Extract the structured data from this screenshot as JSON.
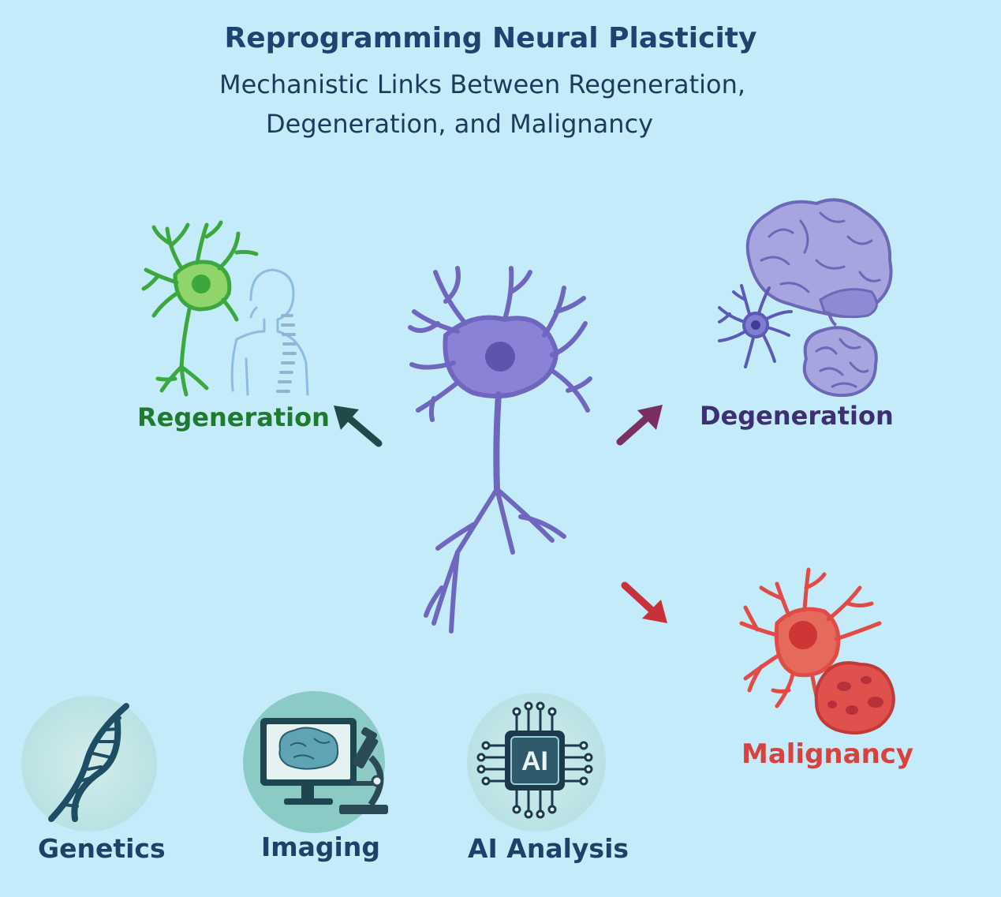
{
  "title": "Reprogramming Neural Plasticity",
  "subtitle_line1": "Mechanistic Links Between Regeneration,",
  "subtitle_line2": "Degeneration, and Malignancy",
  "outcomes": {
    "regeneration": "Regeneration",
    "degeneration": "Degeneration",
    "malignancy": "Malignancy"
  },
  "tools": {
    "genetics": "Genetics",
    "imaging": "Imaging",
    "ai_analysis": "AI Analysis",
    "ai_chip_text": "AI"
  },
  "colors": {
    "background": "#c4ebfa",
    "regeneration": "#3aa83c",
    "degeneration": "#7a78c8",
    "malignancy": "#e24a46",
    "central_neuron": "#6f66c0",
    "arrow_regeneration": "#1f4a4a",
    "arrow_degeneration": "#7a2f63",
    "arrow_malignancy": "#c8303a"
  }
}
